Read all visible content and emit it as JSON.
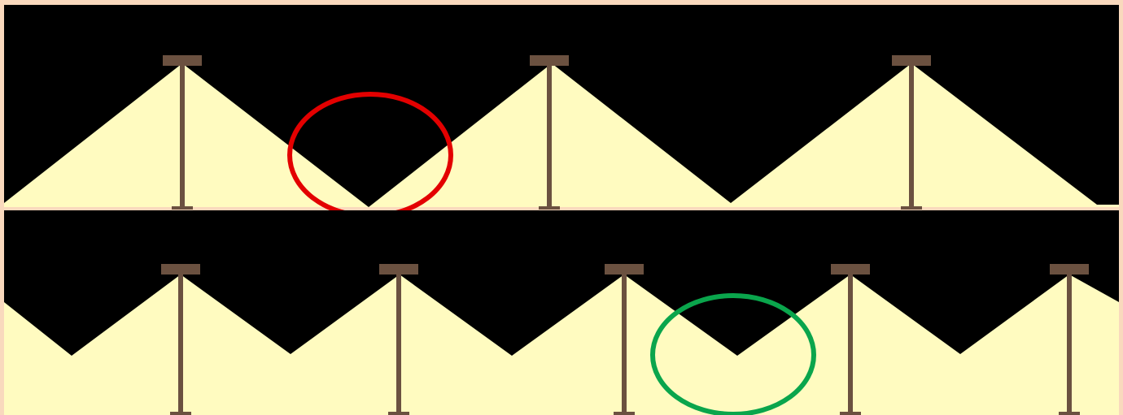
{
  "colors": {
    "frame": "#f9d9bd",
    "night_sky": "#000000",
    "light_cone": "#fffbc0",
    "pole": "#6b5140",
    "lamp_head": "#6b5140",
    "bad_marker": "#e30000",
    "good_marker": "#0aa54c"
  },
  "panels": [
    {
      "id": "top",
      "description_role": "wide-spacing",
      "lamp_count": 3,
      "dark_gaps_reach_ground": true,
      "marker": {
        "color_key": "bad_marker",
        "shape": "ellipse-outline"
      }
    },
    {
      "id": "bottom",
      "description_role": "close-spacing",
      "lamp_count": 5,
      "dark_gaps_reach_ground": false,
      "marker": {
        "color_key": "good_marker",
        "shape": "ellipse-outline"
      }
    }
  ],
  "icons": {
    "lamp": "street-lamp-icon",
    "marker": "ellipse-outline"
  }
}
